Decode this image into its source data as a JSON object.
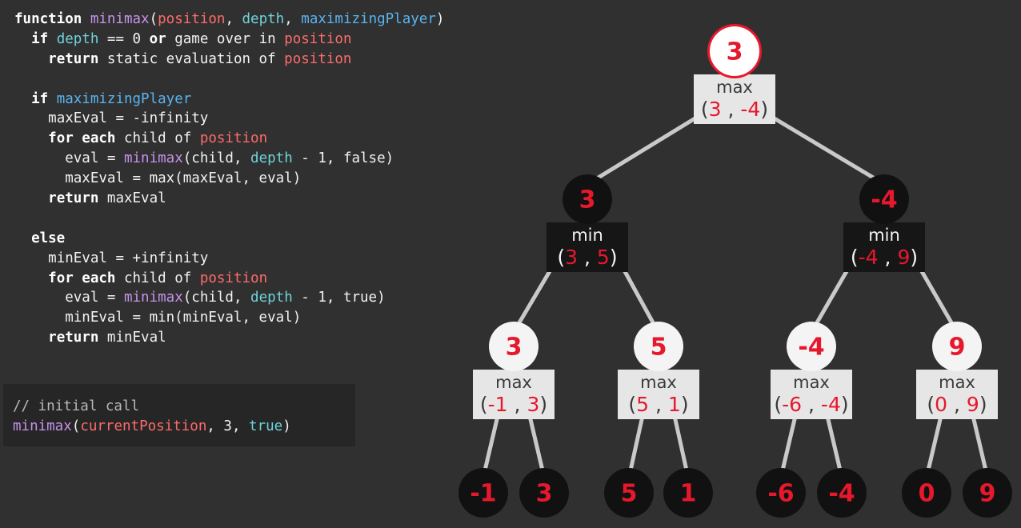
{
  "code": {
    "lines": [
      {
        "indent": 0,
        "tokens": [
          {
            "t": "function ",
            "c": "kw"
          },
          {
            "t": "minimax",
            "c": "fn"
          },
          {
            "t": "(",
            "c": "t"
          },
          {
            "t": "position",
            "c": "pos"
          },
          {
            "t": ", ",
            "c": "t"
          },
          {
            "t": "depth",
            "c": "var"
          },
          {
            "t": ", ",
            "c": "t"
          },
          {
            "t": "maximizingPlayer",
            "c": "mp"
          },
          {
            "t": ")",
            "c": "t"
          }
        ]
      },
      {
        "indent": 1,
        "tokens": [
          {
            "t": "if ",
            "c": "kw"
          },
          {
            "t": "depth",
            "c": "var"
          },
          {
            "t": " == 0 ",
            "c": "t"
          },
          {
            "t": "or",
            "c": "kw"
          },
          {
            "t": " game over in ",
            "c": "t"
          },
          {
            "t": "position",
            "c": "pos"
          }
        ]
      },
      {
        "indent": 2,
        "tokens": [
          {
            "t": "return",
            "c": "kw"
          },
          {
            "t": " static evaluation of ",
            "c": "t"
          },
          {
            "t": "position",
            "c": "pos"
          }
        ]
      },
      {
        "indent": 0,
        "tokens": []
      },
      {
        "indent": 1,
        "tokens": [
          {
            "t": "if ",
            "c": "kw"
          },
          {
            "t": "maximizingPlayer",
            "c": "mp"
          }
        ]
      },
      {
        "indent": 2,
        "tokens": [
          {
            "t": "maxEval = -infinity",
            "c": "t"
          }
        ]
      },
      {
        "indent": 2,
        "tokens": [
          {
            "t": "for each",
            "c": "kw"
          },
          {
            "t": " child of ",
            "c": "t"
          },
          {
            "t": "position",
            "c": "pos"
          }
        ]
      },
      {
        "indent": 3,
        "tokens": [
          {
            "t": "eval = ",
            "c": "t"
          },
          {
            "t": "minimax",
            "c": "fn"
          },
          {
            "t": "(child, ",
            "c": "t"
          },
          {
            "t": "depth",
            "c": "var"
          },
          {
            "t": " - 1, false)",
            "c": "t"
          }
        ]
      },
      {
        "indent": 3,
        "tokens": [
          {
            "t": "maxEval = max(maxEval, eval)",
            "c": "t"
          }
        ]
      },
      {
        "indent": 2,
        "tokens": [
          {
            "t": "return",
            "c": "kw"
          },
          {
            "t": " maxEval",
            "c": "t"
          }
        ]
      },
      {
        "indent": 0,
        "tokens": []
      },
      {
        "indent": 1,
        "tokens": [
          {
            "t": "else",
            "c": "kw"
          }
        ]
      },
      {
        "indent": 2,
        "tokens": [
          {
            "t": "minEval = +infinity",
            "c": "t"
          }
        ]
      },
      {
        "indent": 2,
        "tokens": [
          {
            "t": "for each",
            "c": "kw"
          },
          {
            "t": " child of ",
            "c": "t"
          },
          {
            "t": "position",
            "c": "pos"
          }
        ]
      },
      {
        "indent": 3,
        "tokens": [
          {
            "t": "eval = ",
            "c": "t"
          },
          {
            "t": "minimax",
            "c": "fn"
          },
          {
            "t": "(child, ",
            "c": "t"
          },
          {
            "t": "depth",
            "c": "var"
          },
          {
            "t": " - 1, true)",
            "c": "t"
          }
        ]
      },
      {
        "indent": 3,
        "tokens": [
          {
            "t": "minEval = min(minEval, eval)",
            "c": "t"
          }
        ]
      },
      {
        "indent": 2,
        "tokens": [
          {
            "t": "return",
            "c": "kw"
          },
          {
            "t": " minEval",
            "c": "t"
          }
        ]
      }
    ]
  },
  "initial_call": {
    "comment": "// initial call",
    "call_tokens": [
      {
        "t": "minimax",
        "c": "fn"
      },
      {
        "t": "(",
        "c": "t"
      },
      {
        "t": "currentPosition",
        "c": "pos"
      },
      {
        "t": ", 3, ",
        "c": "t"
      },
      {
        "t": "true",
        "c": "var"
      },
      {
        "t": ")",
        "c": "t"
      }
    ]
  },
  "tree": {
    "root": {
      "value": "3",
      "label": "max",
      "pair": [
        "3",
        "-4"
      ]
    },
    "level1": [
      {
        "value": "3",
        "label": "min",
        "pair": [
          "3",
          "5"
        ]
      },
      {
        "value": "-4",
        "label": "min",
        "pair": [
          "-4",
          "9"
        ]
      }
    ],
    "level2": [
      {
        "value": "3",
        "label": "max",
        "pair": [
          "-1",
          "3"
        ]
      },
      {
        "value": "5",
        "label": "max",
        "pair": [
          "5",
          "1"
        ]
      },
      {
        "value": "-4",
        "label": "max",
        "pair": [
          "-6",
          "-4"
        ]
      },
      {
        "value": "9",
        "label": "max",
        "pair": [
          "0",
          "9"
        ]
      }
    ],
    "leaves": [
      "-1",
      "3",
      "5",
      "1",
      "-6",
      "-4",
      "0",
      "9"
    ]
  },
  "colors": {
    "background": "#303030",
    "accent_red": "#e8182c",
    "node_dark": "#111111",
    "node_light": "#f4f4f4",
    "box_light": "#e6e6e6",
    "box_dark": "#161616"
  }
}
